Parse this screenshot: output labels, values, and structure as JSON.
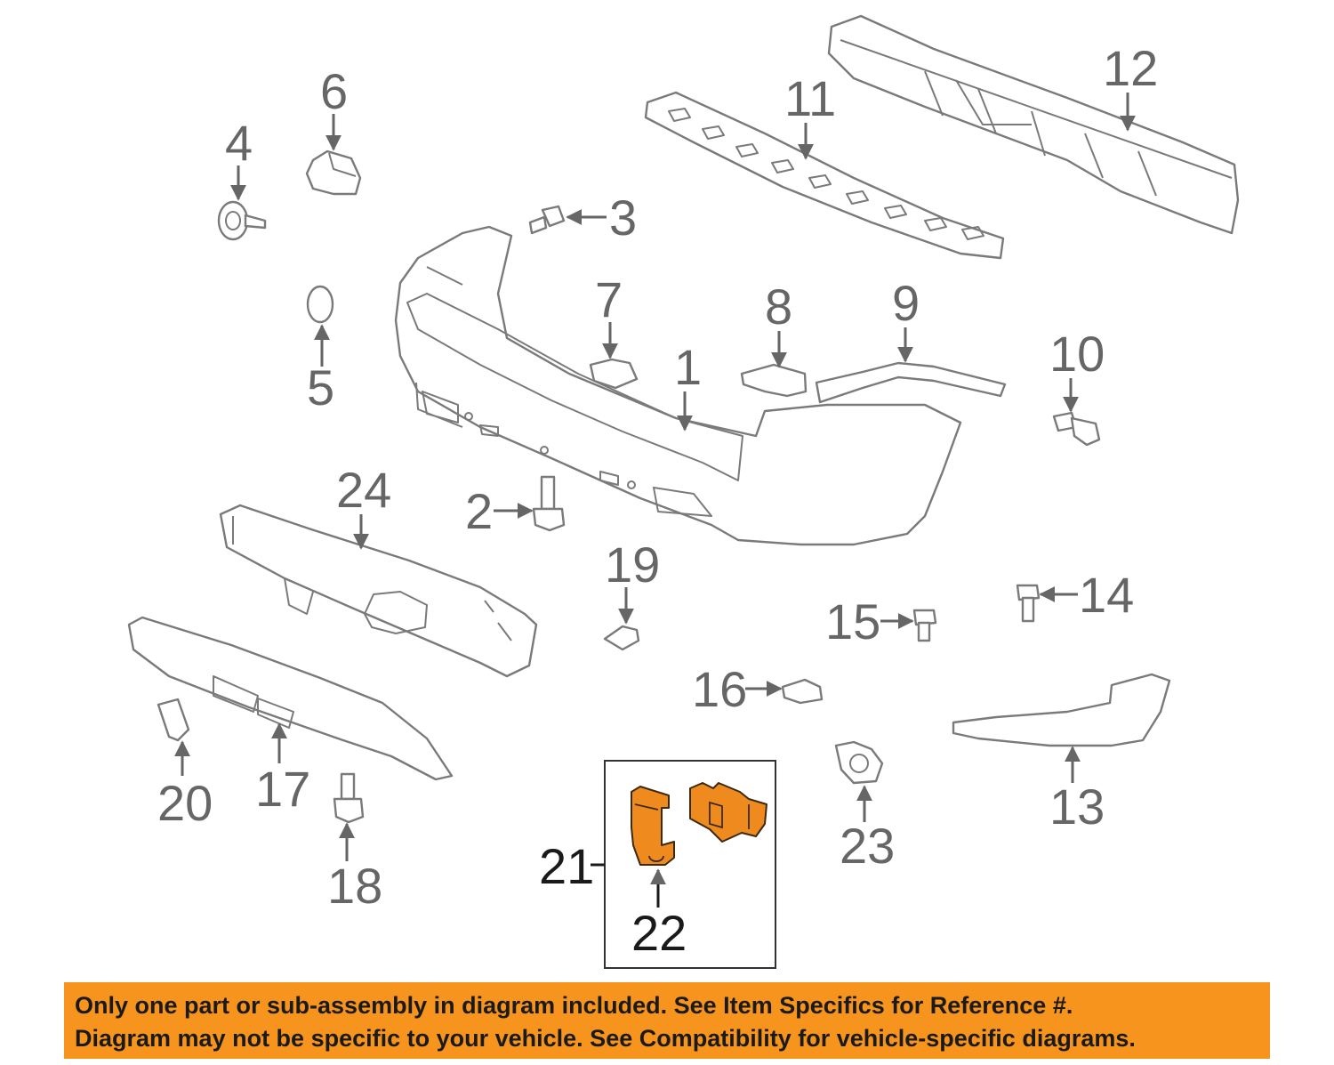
{
  "callouts": [
    "1",
    "2",
    "3",
    "4",
    "5",
    "6",
    "7",
    "8",
    "9",
    "10",
    "11",
    "12",
    "13",
    "14",
    "15",
    "16",
    "17",
    "18",
    "19",
    "20",
    "21",
    "22",
    "23",
    "24"
  ],
  "colors": {
    "highlight": "#ef8b1e",
    "banner": "#f7941d",
    "label": "#666666",
    "line": "#7a7a7a"
  },
  "notice": {
    "line1": "Only one part or sub-assembly in diagram included. See Item Specifics for Reference #.",
    "line2": "Diagram may not be specific to your vehicle. See Compatibility for vehicle-specific diagrams."
  }
}
